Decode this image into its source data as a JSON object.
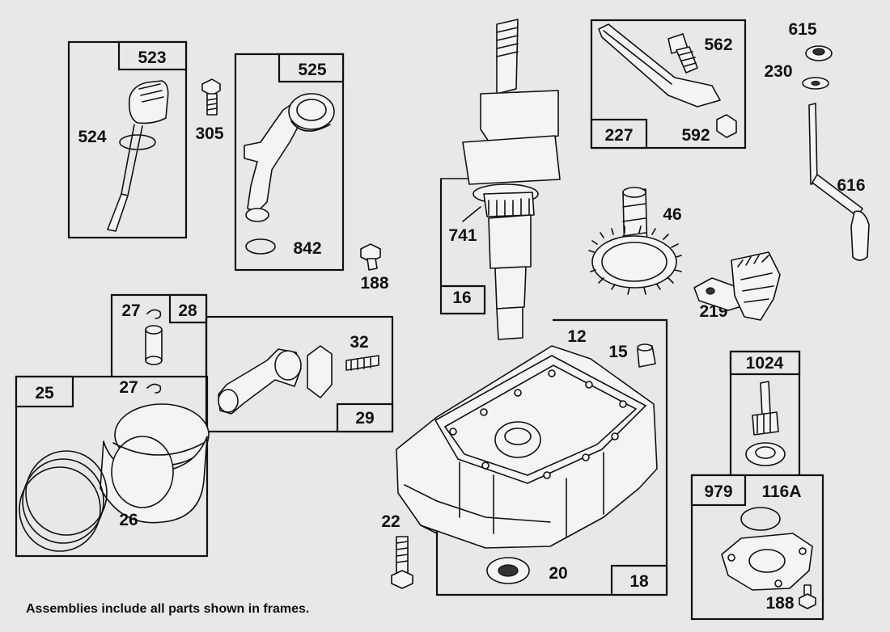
{
  "page": {
    "background": "#e8e8e8",
    "ink": "#111111",
    "footnote": "Assemblies include all parts shown in frames."
  },
  "labels": {
    "p523": "523",
    "p524": "524",
    "p305": "305",
    "p525": "525",
    "p842": "842",
    "p188a": "188",
    "p741": "741",
    "p16": "16",
    "p227": "227",
    "p562": "562",
    "p592": "592",
    "p615": "615",
    "p230": "230",
    "p616": "616",
    "p46": "46",
    "p219": "219",
    "p27a": "27",
    "p28": "28",
    "p32": "32",
    "p29": "29",
    "p25": "25",
    "p27b": "27",
    "p26": "26",
    "p12": "12",
    "p15": "15",
    "p18": "18",
    "p22": "22",
    "p20": "20",
    "p1024": "1024",
    "p979": "979",
    "p116a": "116A",
    "p188b": "188"
  }
}
